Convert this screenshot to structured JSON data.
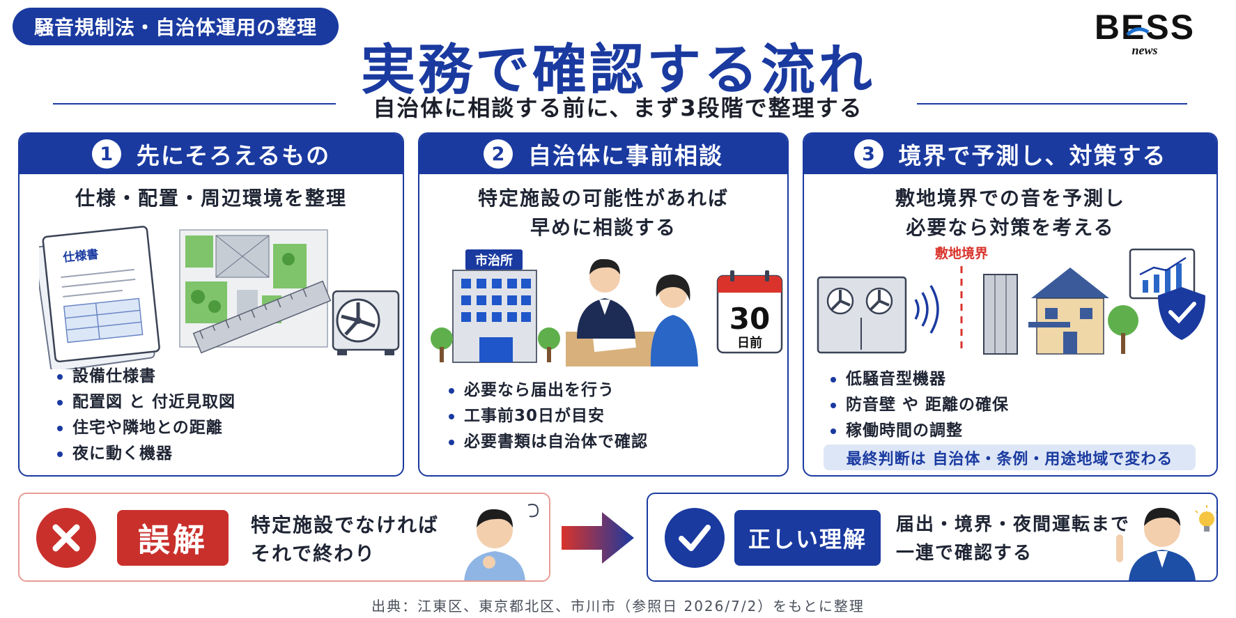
{
  "header": {
    "tag": "騒音規制法・自治体運用の整理",
    "title": "実務で確認する流れ",
    "subtitle": "自治体に相談する前に、まず3段階で整理する",
    "logo_main": "BESS",
    "logo_sub": "news"
  },
  "steps": [
    {
      "number": "1",
      "heading": "先にそろえるもの",
      "lead": [
        "仕様・配置・周辺環境を整理"
      ],
      "doc_label": "仕様書",
      "bullets": [
        "設備仕様書",
        "配置図 と 付近見取図",
        "住宅や隣地との距離",
        "夜に動く機器"
      ]
    },
    {
      "number": "2",
      "heading": "自治体に事前相談",
      "lead": [
        "特定施設の可能性があれば",
        "早めに相談する"
      ],
      "cityhall_label": "市治所",
      "calendar_number": "30",
      "calendar_unit": "日前",
      "bullets": [
        "必要なら届出を行う",
        "工事前30日が目安",
        "必要書類は自治体で確認"
      ]
    },
    {
      "number": "3",
      "heading": "境界で予測し、対策する",
      "lead": [
        "敷地境界での音を予測し",
        "必要なら対策を考える"
      ],
      "boundary_label": "敷地境界",
      "bullets": [
        "低騒音型機器",
        "防音壁 や 距離の確保",
        "稼働時間の調整"
      ],
      "note": "最終判断は 自治体・条例・用途地域で変わる"
    }
  ],
  "misconception": {
    "label": "誤解",
    "lines": [
      "特定施設でなければ",
      "それで終わり"
    ]
  },
  "correct": {
    "label": "正しい理解",
    "lines": [
      "届出・境界・夜間運転まで",
      "一連で確認する"
    ]
  },
  "source": "出典：江東区、東京都北区、市川市（参照日 2026/7/2）をもとに整理",
  "colors": {
    "primary": "#1a3aa0",
    "error": "#c9302c",
    "error_border": "#e79c94",
    "note_bg": "#dde6f6",
    "boundary": "#d9332b"
  }
}
